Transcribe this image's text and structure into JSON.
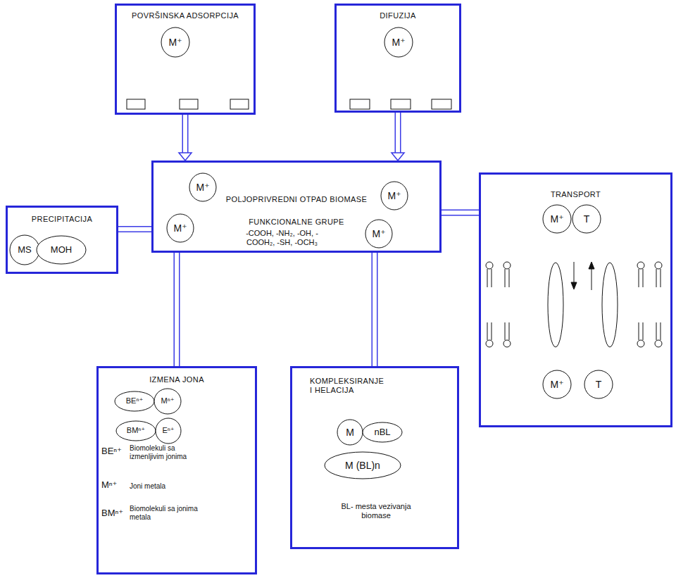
{
  "diagram": {
    "nodes": [
      {
        "text": [
          "POVRŠINSKA ADSORPCIJA"
        ]
      },
      {
        "text": [
          "M⁺"
        ],
        "in": 0
      },
      {
        "text": [
          "DIFUZIJA"
        ]
      },
      {
        "text": [
          "M⁺"
        ],
        "in": 2
      },
      {
        "text": [
          "PRECIPITACIJA"
        ]
      },
      {
        "text": [
          "MS"
        ],
        "in": 4
      },
      {
        "text": [
          "MOH"
        ],
        "in": 4
      },
      {
        "text": [
          "POLJOPRIVREDNI OTPAD BIOMASE",
          "FUNKCIONALNE GRUPE",
          "-COOH, -NH₂, -OH, -COOH₂, -SH, -OCH₃"
        ]
      },
      {
        "text": [
          "M⁺"
        ],
        "in": 7
      },
      {
        "text": [
          "M⁺"
        ],
        "in": 7
      },
      {
        "text": [
          "M⁺"
        ],
        "in": 7
      },
      {
        "text": [
          "M⁺"
        ],
        "in": 7
      },
      {
        "text": [
          "TRANSPORT"
        ]
      },
      {
        "text": [
          "M⁺"
        ],
        "in": 12
      },
      {
        "text": [
          "T"
        ],
        "in": 12
      },
      {
        "text": [
          "M⁺"
        ],
        "in": 12
      },
      {
        "text": [
          "T"
        ],
        "in": 12
      },
      {
        "text": [
          "IZMENA JONA",
          "BEⁿ⁺",
          "Biomolekuli sa izmenljivim jonima",
          "Mⁿ⁺",
          "Joni metala",
          "BMⁿ⁺",
          "Biomolekuli sa jonima metala"
        ]
      },
      {
        "text": [
          "BEⁿ⁺"
        ],
        "in": 17
      },
      {
        "text": [
          "Mⁿ⁺"
        ],
        "in": 17
      },
      {
        "text": [
          "BMⁿ⁺"
        ],
        "in": 17
      },
      {
        "text": [
          "Eⁿ⁺"
        ],
        "in": 17
      },
      {
        "text": [
          "KOMPLEKSIRANJE I HELACIJA",
          "BL- mesta vezivanja biomase"
        ]
      },
      {
        "text": [
          "M"
        ],
        "in": 22
      },
      {
        "text": [
          "nBL"
        ],
        "in": 22
      },
      {
        "text": [
          "M (BL)n"
        ],
        "in": 22
      }
    ],
    "edges": [
      {
        "from": 0,
        "to": 7,
        "arrow": "to"
      },
      {
        "from": 2,
        "to": 7,
        "arrow": "to"
      },
      {
        "from": 4,
        "to": 7,
        "arrow": "none"
      },
      {
        "from": 12,
        "to": 7,
        "arrow": "none"
      },
      {
        "from": 17,
        "to": 7,
        "arrow": "none"
      },
      {
        "from": 22,
        "to": 7,
        "arrow": "none"
      }
    ]
  }
}
